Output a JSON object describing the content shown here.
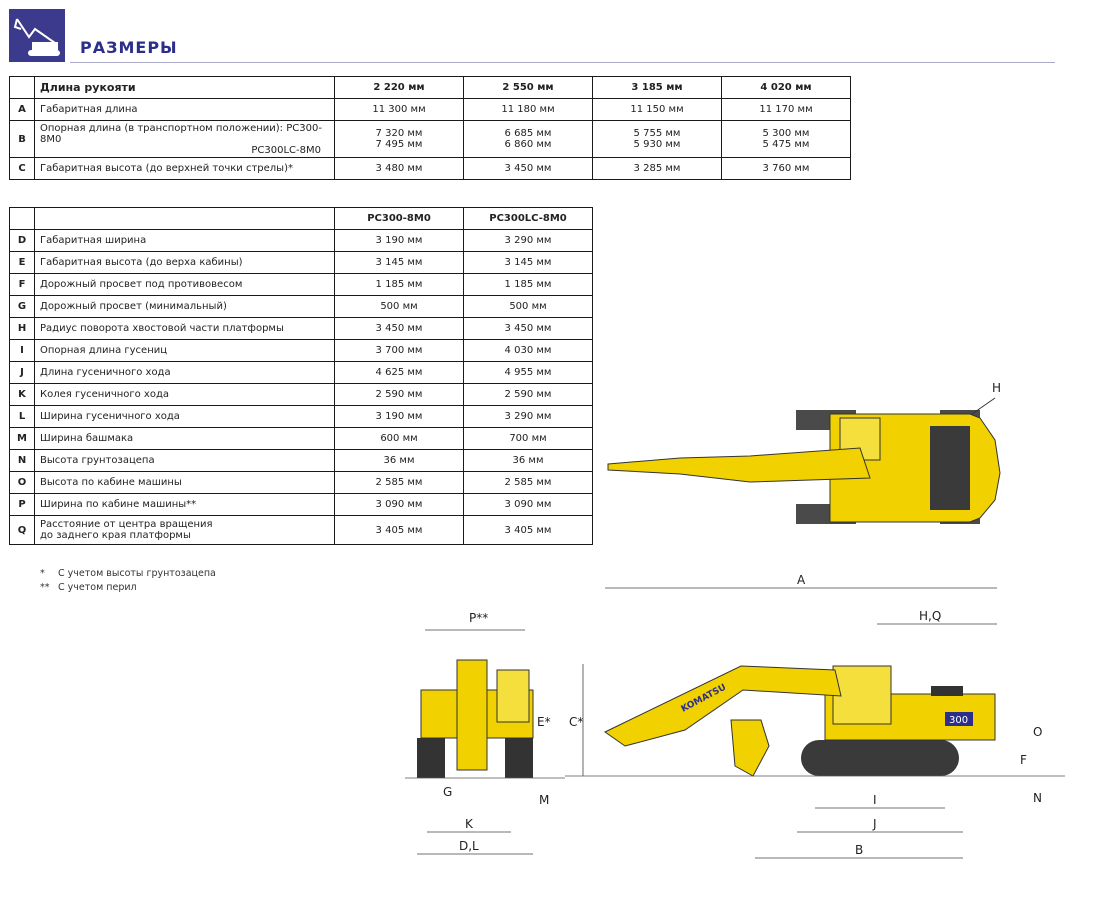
{
  "header": {
    "title": "РАЗМЕРЫ"
  },
  "table1": {
    "head_label": "Длина рукояти",
    "columns": [
      "2 220 мм",
      "2 550 мм",
      "3 185 мм",
      "4 020 мм"
    ],
    "rows": [
      {
        "letter": "A",
        "label": "Габаритная длина",
        "values": [
          "11 300 мм",
          "11 180 мм",
          "11 150 мм",
          "11 170 мм"
        ]
      },
      {
        "letter": "B",
        "label": "Опорная длина (в транспортном положении): PC300-8M0",
        "label2": "PC300LC-8M0",
        "values": [
          "7 320 мм",
          "6 685 мм",
          "5 755 мм",
          "5 300 мм"
        ],
        "values2": [
          "7 495 мм",
          "6 860 мм",
          "5 930 мм",
          "5 475 мм"
        ]
      },
      {
        "letter": "C",
        "label": "Габаритная высота (до верхней точки стрелы)*",
        "values": [
          "3 480 мм",
          "3 450 мм",
          "3 285 мм",
          "3 760 мм"
        ]
      }
    ]
  },
  "table2": {
    "columns": [
      "PC300-8M0",
      "PC300LC-8M0"
    ],
    "rows": [
      {
        "letter": "D",
        "label": "Габаритная ширина",
        "values": [
          "3 190 мм",
          "3 290 мм"
        ]
      },
      {
        "letter": "E",
        "label": "Габаритная высота (до верха кабины)",
        "values": [
          "3 145 мм",
          "3 145 мм"
        ]
      },
      {
        "letter": "F",
        "label": "Дорожный просвет под противовесом",
        "values": [
          "1 185 мм",
          "1 185 мм"
        ]
      },
      {
        "letter": "G",
        "label": "Дорожный просвет (минимальный)",
        "values": [
          "500 мм",
          "500 мм"
        ]
      },
      {
        "letter": "H",
        "label": "Радиус поворота хвостовой части платформы",
        "values": [
          "3 450 мм",
          "3 450 мм"
        ]
      },
      {
        "letter": "I",
        "label": "Опорная длина гусениц",
        "values": [
          "3 700 мм",
          "4 030 мм"
        ]
      },
      {
        "letter": "J",
        "label": "Длина гусеничного хода",
        "values": [
          "4 625 мм",
          "4 955 мм"
        ]
      },
      {
        "letter": "K",
        "label": "Колея гусеничного хода",
        "values": [
          "2 590 мм",
          "2 590 мм"
        ]
      },
      {
        "letter": "L",
        "label": "Ширина гусеничного хода",
        "values": [
          "3 190 мм",
          "3 290 мм"
        ]
      },
      {
        "letter": "M",
        "label": "Ширина башмака",
        "values": [
          "600 мм",
          "700 мм"
        ]
      },
      {
        "letter": "N",
        "label": "Высота грунтозацепа",
        "values": [
          "36 мм",
          "36 мм"
        ]
      },
      {
        "letter": "O",
        "label": "Высота по кабине машины",
        "values": [
          "2 585 мм",
          "2 585 мм"
        ]
      },
      {
        "letter": "P",
        "label": "Ширина по кабине машины**",
        "values": [
          "3 090 мм",
          "3 090 мм"
        ]
      },
      {
        "letter": "Q",
        "label": "Расстояние от центра вращения",
        "label2": "до заднего края платформы",
        "values": [
          "3 405 мм",
          "3 405 мм"
        ]
      }
    ]
  },
  "notes": [
    {
      "mark": "*",
      "text": "С учетом высоты грунтозацепа"
    },
    {
      "mark": "**",
      "text": "С учетом перил"
    }
  ],
  "diagram": {
    "brand": "KOMATSU",
    "model_badge": "300",
    "labels": {
      "A": "A",
      "B": "B",
      "C": "C*",
      "E": "E*",
      "F": "F",
      "G": "G",
      "HQ": "H,Q",
      "H": "H",
      "I": "I",
      "J": "J",
      "K": "K",
      "DL": "D,L",
      "M": "M",
      "N": "N",
      "O": "O",
      "P": "P**"
    }
  },
  "colors": {
    "machine": "#f2d100",
    "track": "#333333",
    "header": "#2b2f8a"
  }
}
